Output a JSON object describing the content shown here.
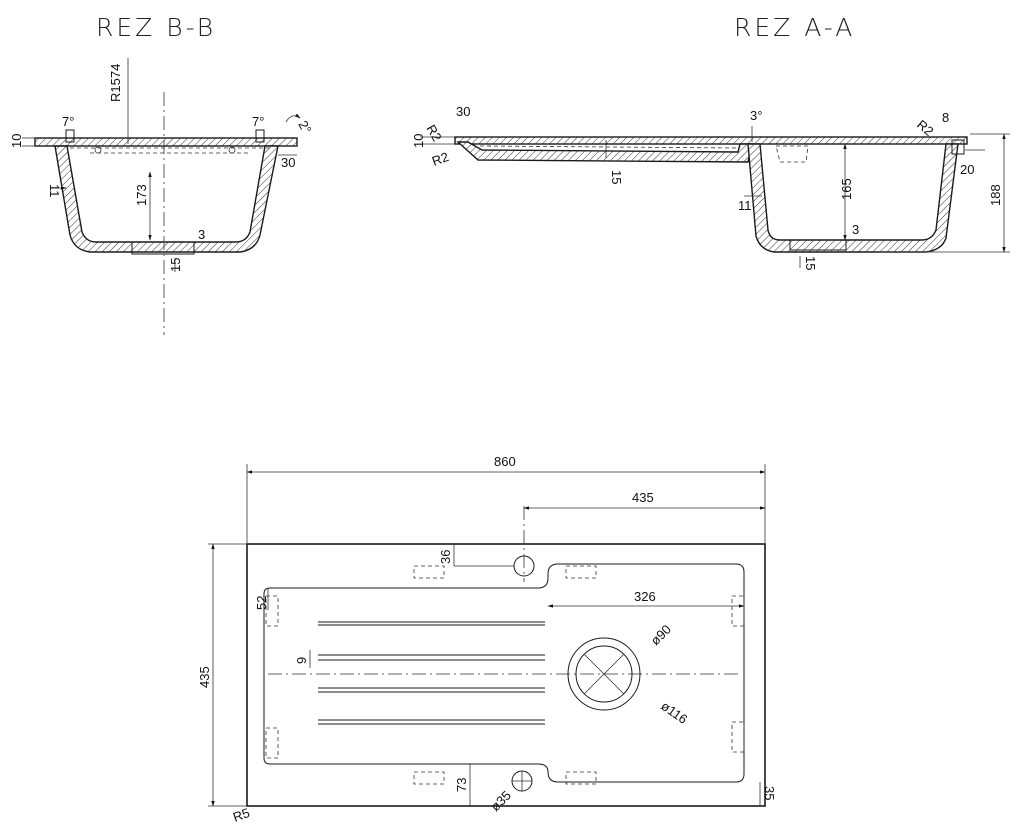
{
  "sections": {
    "b": {
      "title": "REZ B-B",
      "dims": {
        "radius": "R1574",
        "angle_left": "7°",
        "angle_right": "7°",
        "angle_tilt": "2°",
        "rim": "10",
        "ledge": "30",
        "wall": "11",
        "depth": "173",
        "floor": "3",
        "drain": "15"
      }
    },
    "a": {
      "title": "REZ A-A",
      "dims": {
        "r_left_top": "R2",
        "r_left_bottom": "R2",
        "r_right": "R2",
        "ledge_left": "30",
        "rim": "10",
        "drainer_thickness": "15",
        "angle": "3°",
        "top_right": "8",
        "side": "20",
        "depth": "165",
        "total_height": "188",
        "wall": "11",
        "floor": "3",
        "drain": "15"
      }
    }
  },
  "plan": {
    "overall_width": "860",
    "overall_depth": "435",
    "tap_offset": "435",
    "bowl_width": "326",
    "tap_edge": "36",
    "clip_offset": "52",
    "groove": "9",
    "overflow_edge": "73",
    "waste_diameter": "ø90",
    "waste_outer": "ø116",
    "overflow_diameter": "ø35",
    "corner_radius": "R5",
    "corner_offset": "35"
  }
}
